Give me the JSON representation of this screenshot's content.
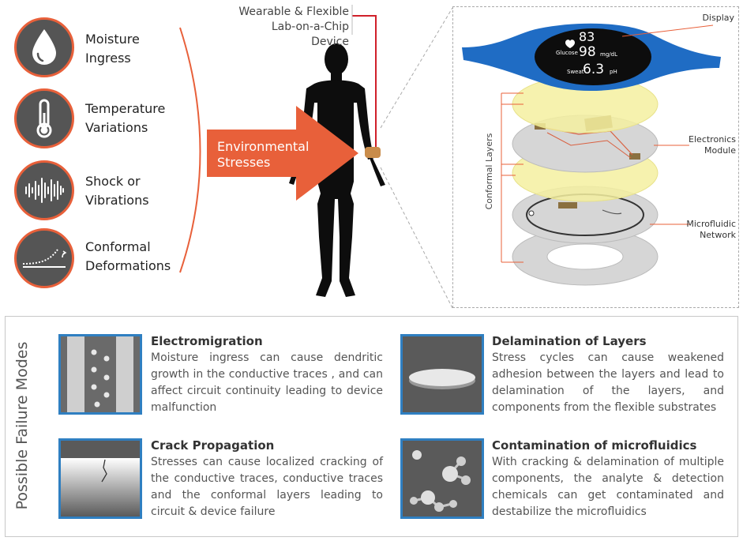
{
  "stressors": [
    {
      "icon": "water-drop-icon",
      "label_line1": "Moisture",
      "label_line2": "Ingress"
    },
    {
      "icon": "thermometer-icon",
      "label_line1": "Temperature",
      "label_line2": "Variations"
    },
    {
      "icon": "sound-wave-icon",
      "label_line1": "Shock or",
      "label_line2": "Vibrations"
    },
    {
      "icon": "deformation-curve-icon",
      "label_line1": "Conformal",
      "label_line2": "Deformations"
    }
  ],
  "arrow": {
    "line1": "Environmental",
    "line2": "Stresses",
    "color": "#e8603a"
  },
  "device_label": {
    "line1": "Wearable & Flexible",
    "line2": "Lab-on-a-Chip Device"
  },
  "exploded_view": {
    "display_label": "Display",
    "electronics_label_line1": "Electronics",
    "electronics_label_line2": "Module",
    "microfluidic_label_line1": "Microfluidic",
    "microfluidic_label_line2": "Network",
    "conformal_label": "Conformal Layers",
    "screen": {
      "val1": "83",
      "lbl2": "Glucose",
      "val2": "98",
      "unit2": "mg/dL",
      "lbl3": "Sweat",
      "val3": "6.3",
      "unit3": "pH"
    }
  },
  "failure_modes_title": "Possible Failure Modes",
  "failure_modes": [
    {
      "title": "Electromigration",
      "desc": "Moisture ingress can cause dendritic growth in the conductive traces , and can affect circuit continuity leading to device malfunction"
    },
    {
      "title": "Delamination of Layers",
      "desc": "Stress cycles can cause weakened adhesion between the layers and lead to delamination of the layers, and components from the flexible substrates"
    },
    {
      "title": "Crack Propagation",
      "desc": "Stresses can cause localized cracking of the conductive traces, conductive traces and the conformal layers leading to circuit & device failure"
    },
    {
      "title": "Contamination of microfluidics",
      "desc": "With cracking & delamination of multiple components, the analyte & detection chemicals can get contaminated and destabilize the microfluidics"
    }
  ],
  "colors": {
    "accent": "#e8603a",
    "blue": "#2f7fc1",
    "red_line": "#d0202a"
  }
}
